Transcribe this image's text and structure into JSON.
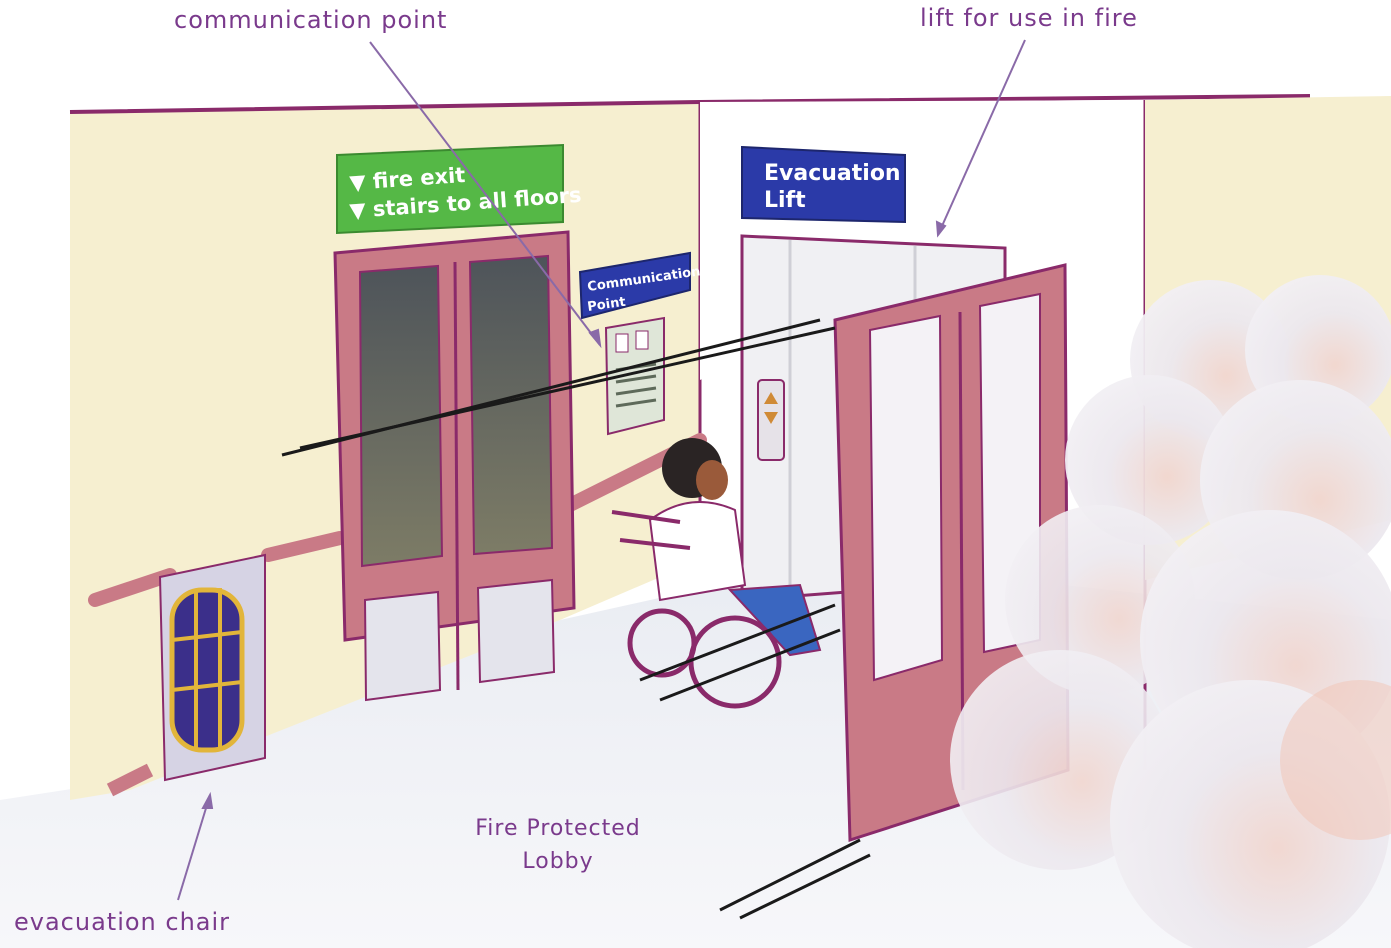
{
  "labels": {
    "communication_point": "communication point",
    "lift_for_use_in_fire": "lift for use in fire",
    "evacuation_chair": "evacuation chair",
    "lobby_line1": "Fire Protected",
    "lobby_line2": "Lobby"
  },
  "signs": {
    "exit_line1": "▼ fire exit",
    "exit_line2": "▼ stairs to all floors",
    "lift_line1": "Evacuation",
    "lift_line2": "Lift",
    "comm_line1": "Communication",
    "comm_line2": "Point"
  },
  "colors": {
    "label_text": "#7a3a8c",
    "outline": "#8a2a6a",
    "door_frame": "#c97a86",
    "wall": "#f6efd0",
    "exit_sign": "#55b846",
    "lift_sign": "#2b3aa8",
    "glass": "#5b6166",
    "smoke": "#ece8ee"
  }
}
